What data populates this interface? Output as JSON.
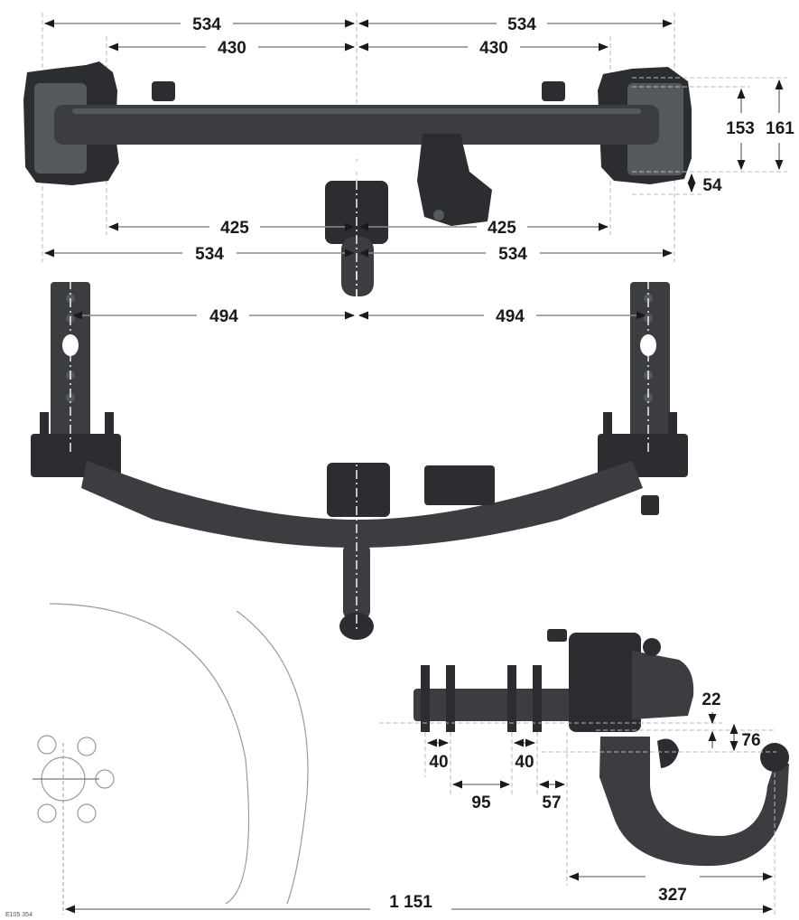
{
  "top_view": {
    "overall_half_widths": [
      "534",
      "534"
    ],
    "inner_half_widths": [
      "430",
      "430"
    ],
    "mount_half_widths": [
      "425",
      "425"
    ],
    "lower_half_widths": [
      "534",
      "534"
    ],
    "bracket_height_outer": "161",
    "bracket_height_inner": "153",
    "bracket_offset": "54"
  },
  "front_view": {
    "arm_half_spacing": [
      "494",
      "494"
    ]
  },
  "side_view": {
    "ball_height_above": "22",
    "ball_height_below": "76",
    "bolt_spacing_left": "40",
    "bolt_spacing_right": "40",
    "bolt_pair_spacing": "95",
    "rear_offset": "57",
    "ball_reach": "327",
    "overall_length": "1 151"
  },
  "figure_code": "E105 354",
  "colors": {
    "metal": "#3b3d40",
    "dimension_line": "#8a8a8a",
    "text": "#1a1a1a"
  }
}
